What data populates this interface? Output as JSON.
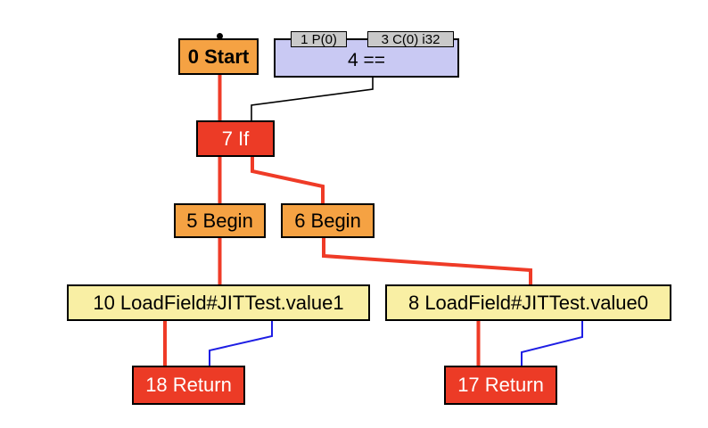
{
  "graph": {
    "nodes": {
      "start": {
        "label": "0 Start",
        "kind": "control-start"
      },
      "eq": {
        "label": "4 ==",
        "kind": "data-compare",
        "ports": [
          {
            "label": "1 P(0)"
          },
          {
            "label": "3 C(0) i32"
          }
        ]
      },
      "if": {
        "label": "7 If",
        "kind": "control-branch"
      },
      "begin5": {
        "label": "5 Begin",
        "kind": "control-block"
      },
      "begin6": {
        "label": "6 Begin",
        "kind": "control-block"
      },
      "load10": {
        "label": "10 LoadField#JITTest.value1",
        "kind": "memory-load"
      },
      "load8": {
        "label": "8 LoadField#JITTest.value0",
        "kind": "memory-load"
      },
      "ret18": {
        "label": "18 Return",
        "kind": "control-return"
      },
      "ret17": {
        "label": "17 Return",
        "kind": "control-return"
      }
    },
    "edges": [
      {
        "from": "0 Start",
        "to": "7 If",
        "kind": "control"
      },
      {
        "from": "4 ==",
        "to": "7 If",
        "kind": "condition"
      },
      {
        "from": "7 If",
        "to": "5 Begin",
        "kind": "control"
      },
      {
        "from": "7 If",
        "to": "6 Begin",
        "kind": "control"
      },
      {
        "from": "5 Begin",
        "to": "10 LoadField#JITTest.value1",
        "kind": "control"
      },
      {
        "from": "6 Begin",
        "to": "8 LoadField#JITTest.value0",
        "kind": "control"
      },
      {
        "from": "10 LoadField#JITTest.value1",
        "to": "18 Return",
        "kind": "control"
      },
      {
        "from": "10 LoadField#JITTest.value1",
        "to": "18 Return",
        "kind": "value"
      },
      {
        "from": "8 LoadField#JITTest.value0",
        "to": "17 Return",
        "kind": "control"
      },
      {
        "from": "8 LoadField#JITTest.value0",
        "to": "17 Return",
        "kind": "value"
      }
    ]
  },
  "colors": {
    "background": "#FFFFFF",
    "control_node_orange": "#F5A243",
    "branch_return_node_red": "#EC3B26",
    "data_node_lavender": "#C9C9F3",
    "load_node_yellow": "#F9EFA4",
    "port_gray": "#C9C9C9",
    "control_edge_red": "#EF3B27",
    "condition_edge_black": "#000000",
    "value_edge_blue": "#1E1EE4",
    "border_black": "#000000"
  }
}
